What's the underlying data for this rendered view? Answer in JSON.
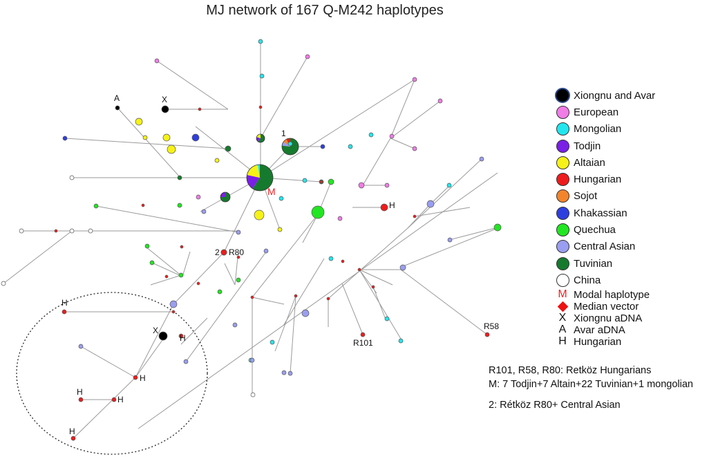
{
  "title": "MJ network of 167 Q-M242 haplotypes",
  "legend": {
    "items": [
      {
        "label": "Xiongnu and Avar",
        "color": "#000000",
        "symbol": "circle-big"
      },
      {
        "label": "European",
        "color": "#f07ce6",
        "symbol": "circle"
      },
      {
        "label": "Mongolian",
        "color": "#22e6ee",
        "symbol": "circle"
      },
      {
        "label": "Todjin",
        "color": "#7a1fe6",
        "symbol": "circle"
      },
      {
        "label": "Altaian",
        "color": "#f6f217",
        "symbol": "circle"
      },
      {
        "label": "Hungarian",
        "color": "#ee1c1c",
        "symbol": "circle"
      },
      {
        "label": "Sojot",
        "color": "#f2852c",
        "symbol": "circle"
      },
      {
        "label": "Khakassian",
        "color": "#2e3fe0",
        "symbol": "circle"
      },
      {
        "label": "Quechua",
        "color": "#22e622",
        "symbol": "circle"
      },
      {
        "label": "Central Asian",
        "color": "#9a9ef0",
        "symbol": "circle"
      },
      {
        "label": "Tuvinian",
        "color": "#167a2e",
        "symbol": "circle"
      },
      {
        "label": "China",
        "color": "#ffffff",
        "symbol": "circle"
      },
      {
        "label": "Modal haplotype",
        "symbol": "char",
        "char": "M",
        "color": "#ee2222"
      },
      {
        "label": "Median vector",
        "symbol": "diamond",
        "color": "#ee1111"
      },
      {
        "label": "Xiongnu aDNA",
        "symbol": "char",
        "char": "X",
        "color": "#111111"
      },
      {
        "label": "Avar aDNA",
        "symbol": "char",
        "char": "A",
        "color": "#111111"
      },
      {
        "label": "Hungarian",
        "symbol": "char",
        "char": "H",
        "color": "#111111"
      }
    ]
  },
  "notes": {
    "line1": "R101, R58, R80: Retköz Hungarians",
    "line2": "M: 7 Todjin+7 Altain+22 Tuvinian+1 mongolian",
    "line3": "2: Rétköz R80+ Central Asian"
  },
  "node_labels": {
    "modal": "M",
    "avar": "A",
    "xiongnu": "X",
    "hungarian": "H",
    "r80": "R80",
    "r58": "R58",
    "r101": "R101",
    "num1": "1",
    "num2": "2"
  }
}
